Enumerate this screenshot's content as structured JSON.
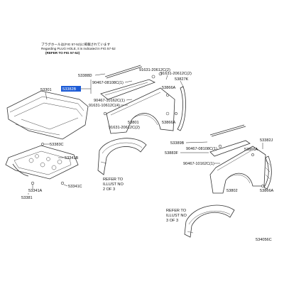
{
  "note": {
    "lines": [
      "ブラグホールは(FIG 57-52)に掲載されています",
      "Regarding PLUG HOLE, it is indicated in FIG 57-52",
      "(REFER TO FIG 57-52)"
    ]
  },
  "callouts": {
    "c53301": "53301",
    "c53383C": "53383C",
    "c53341B": "53341B",
    "c53341A": "53341A",
    "c53341C": "53341C",
    "c53381": "53381",
    "c53382B": "53382B",
    "c53388D": "53388D",
    "c90467_08108C_1": "90467-08108C(1)",
    "c90467_10162C_1": "90467-10162C(1)",
    "c91631_10612C_4": "91631-10612C(4)",
    "c91631_20612C_2_top": "91631-20612C(2)",
    "c91631_20612C_2_b": "91631-20612C(2)",
    "c53827K": "53827K",
    "c53866A_1": "53866A",
    "c53866A_2": "53866A",
    "c53866A_3": "53866A",
    "c53866A_4": "53866A",
    "c53801": "53801",
    "c91631_20612C_2_mid": "91631-20612C(2)",
    "c53389B": "53389B",
    "c53382J": "53382J",
    "c53883F": "53883F",
    "c90467_08108C_1_b": "90467-08108C(1)",
    "c90467_10162C_1_b": "90467-10162C(1)",
    "c53802": "53802"
  },
  "refs": {
    "r1": [
      "REFER TO",
      "ILLUST NO",
      "2 OF 3"
    ],
    "r2": [
      "REFER TO",
      "ILLUST NO",
      "3 OF 3"
    ]
  },
  "illust_code": "534056C",
  "colors": {
    "highlight": "#1c5bd6"
  }
}
